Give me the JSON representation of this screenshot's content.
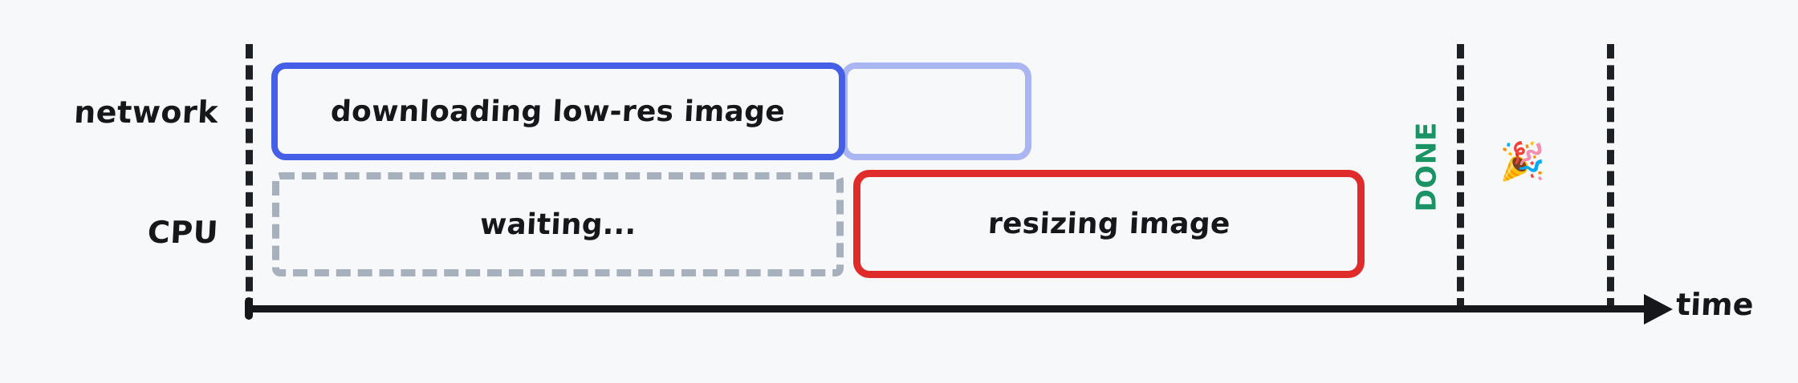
{
  "diagram": {
    "type": "timeline",
    "background_color": "#f7f8fa",
    "rows": [
      {
        "id": "network",
        "label": "network"
      },
      {
        "id": "cpu",
        "label": "CPU"
      }
    ],
    "bars": [
      {
        "id": "download",
        "row": "network",
        "label": "downloading low-res image",
        "style": "solid",
        "color": "#4560e6",
        "state": "active"
      },
      {
        "id": "download-idle",
        "row": "network",
        "label": "",
        "style": "solid-faded",
        "color": "#a9b6f2",
        "state": "idle"
      },
      {
        "id": "waiting",
        "row": "cpu",
        "label": "waiting...",
        "style": "dashed",
        "color": "#a7b0bd",
        "state": "blocked"
      },
      {
        "id": "resizing",
        "row": "cpu",
        "label": "resizing image",
        "style": "solid",
        "color": "#e02b2b",
        "state": "active"
      }
    ],
    "markers": [
      {
        "id": "done",
        "label": "DONE",
        "color": "#1a9464",
        "orientation": "vertical"
      },
      {
        "id": "celebration",
        "label": "🎉",
        "icon_name": "party-popper-icon"
      }
    ],
    "guides": [
      {
        "id": "guide-start",
        "color": "#1c1f24",
        "style": "dashed"
      },
      {
        "id": "guide-done",
        "color": "#1c1f24",
        "style": "dashed"
      },
      {
        "id": "guide-end",
        "color": "#1c1f24",
        "style": "dashed"
      }
    ],
    "axis": {
      "label": "time",
      "direction": "left-to-right",
      "color": "#15171a"
    }
  }
}
